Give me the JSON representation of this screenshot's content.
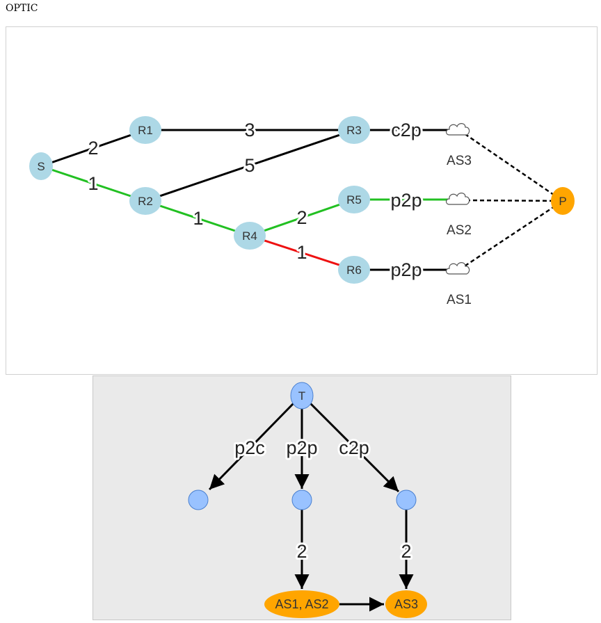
{
  "page": {
    "title": "OPTIC"
  },
  "colors": {
    "router": "#add8e6",
    "prefix": "#ffa500",
    "tree_node": "#99c2ff",
    "tree_node_border": "#4a80d0",
    "edge_default": "#000000",
    "edge_selected": "#22c022",
    "edge_failed": "#ee1111",
    "panel_bottom_bg": "#eaeaea"
  },
  "network": {
    "nodes": {
      "S": "S",
      "R1": "R1",
      "R2": "R2",
      "R3": "R3",
      "R4": "R4",
      "R5": "R5",
      "R6": "R6",
      "P": "P"
    },
    "clouds": {
      "AS3": "AS3",
      "AS2": "AS2",
      "AS1": "AS1"
    },
    "edges": {
      "S_R1": "2",
      "S_R2": "1",
      "R1_R3": "3",
      "R2_R3": "5",
      "R2_R4": "1",
      "R4_R5": "2",
      "R4_R6": "1",
      "R3_AS3": "c2p",
      "R5_AS2": "p2p",
      "R6_AS1": "p2p"
    }
  },
  "tree": {
    "root": "T",
    "edges": {
      "left": "p2c",
      "middle": "p2p",
      "right": "c2p",
      "mid_down": "2",
      "right_down": "2"
    },
    "leaves": {
      "as12": "AS1, AS2",
      "as3": "AS3"
    }
  }
}
